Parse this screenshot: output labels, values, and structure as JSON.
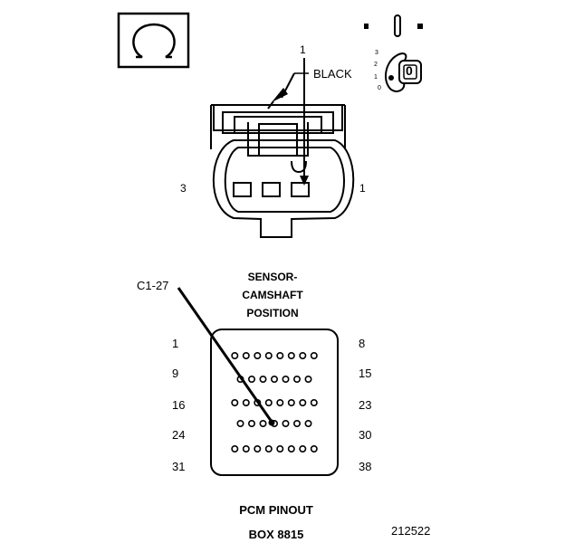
{
  "meter_symbol": "Ω",
  "key_switch": {
    "positions": [
      "3",
      "2",
      "1",
      "0"
    ],
    "current": "0"
  },
  "connector": {
    "pin_marker": "1",
    "wire_color_label": "BLACK",
    "left_pin_label": "3",
    "right_pin_label": "1"
  },
  "sensor_title": [
    "SENSOR-",
    "CAMSHAFT",
    "POSITION"
  ],
  "probe_pin_label": "C1-27",
  "pinout": {
    "rows": [
      {
        "left": "1",
        "right": "8",
        "count": 8
      },
      {
        "left": "9",
        "right": "15",
        "count": 7
      },
      {
        "left": "16",
        "right": "23",
        "count": 8
      },
      {
        "left": "24",
        "right": "30",
        "count": 7
      },
      {
        "left": "31",
        "right": "38",
        "count": 8
      }
    ]
  },
  "footer": {
    "title": "PCM PINOUT",
    "subtitle": "BOX 8815"
  },
  "figure_id": "212522",
  "colors": {
    "ink": "#000000",
    "paper": "#ffffff",
    "wire": "#000000"
  }
}
